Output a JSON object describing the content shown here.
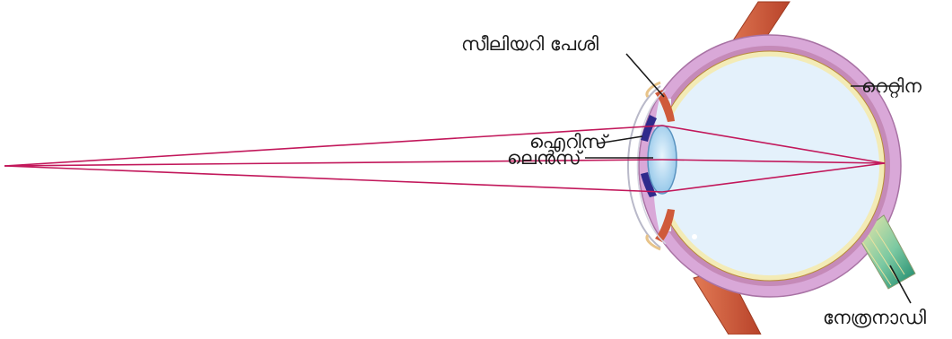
{
  "diagram": {
    "labels": {
      "ciliary_muscle": "സീലിയറി പേശി",
      "iris": "ഐറിസ്",
      "lens": "ലെൻസ്",
      "retina": "റെറ്റിന",
      "optic_nerve": "നേത്രനാഡി"
    },
    "colors": {
      "ray": "#c2185b",
      "sclera": "#d9a8d8",
      "choroid": "#c58ab8",
      "retina_band": "#f3ebb6",
      "vitreous": "#e4f1fb",
      "lens": "#a9d4ef",
      "iris": "#2f2a8c",
      "muscle": "#cf5a3a",
      "optic_nerve": "#1f9a6e"
    }
  }
}
